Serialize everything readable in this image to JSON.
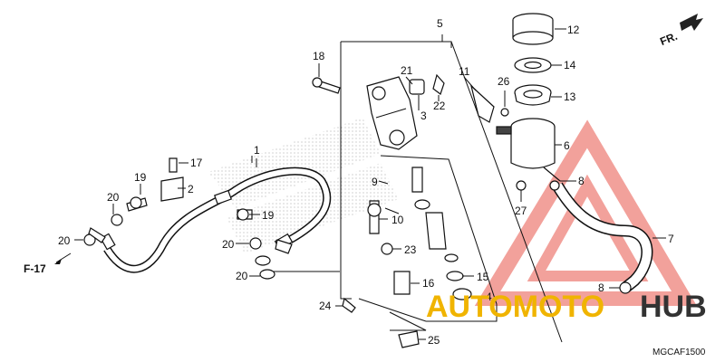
{
  "diagram": {
    "part_labels": [
      {
        "id": "p5",
        "text": "5"
      },
      {
        "id": "p12",
        "text": "12"
      },
      {
        "id": "p14",
        "text": "14"
      },
      {
        "id": "p13",
        "text": "13"
      },
      {
        "id": "p6",
        "text": "6"
      },
      {
        "id": "p8a",
        "text": "8"
      },
      {
        "id": "p7",
        "text": "7"
      },
      {
        "id": "p8b",
        "text": "8"
      },
      {
        "id": "p18",
        "text": "18"
      },
      {
        "id": "p21",
        "text": "21"
      },
      {
        "id": "p3",
        "text": "3"
      },
      {
        "id": "p22",
        "text": "22"
      },
      {
        "id": "p11",
        "text": "11"
      },
      {
        "id": "p26",
        "text": "26"
      },
      {
        "id": "p1",
        "text": "1"
      },
      {
        "id": "p17",
        "text": "17"
      },
      {
        "id": "p19a",
        "text": "19"
      },
      {
        "id": "p2",
        "text": "2"
      },
      {
        "id": "p20a",
        "text": "20"
      },
      {
        "id": "p19b",
        "text": "19"
      },
      {
        "id": "p20b",
        "text": "20"
      },
      {
        "id": "p20c",
        "text": "20"
      },
      {
        "id": "p20d",
        "text": "20"
      },
      {
        "id": "p9",
        "text": "9"
      },
      {
        "id": "p10",
        "text": "10"
      },
      {
        "id": "p23",
        "text": "23"
      },
      {
        "id": "p15",
        "text": "15"
      },
      {
        "id": "p4",
        "text": "4"
      },
      {
        "id": "p16",
        "text": "16"
      },
      {
        "id": "p24",
        "text": "24"
      },
      {
        "id": "p25",
        "text": "25"
      },
      {
        "id": "p27",
        "text": "27"
      }
    ],
    "direction_label": "FR.",
    "ref_label": "F-17",
    "diagram_code": "MGCAF1500",
    "watermark": {
      "text_a": "AUTOMOTO",
      "text_b": "HUB",
      "color_a": "#f0b400",
      "color_b": "#333333",
      "triangle_color": "#e8463c"
    }
  }
}
